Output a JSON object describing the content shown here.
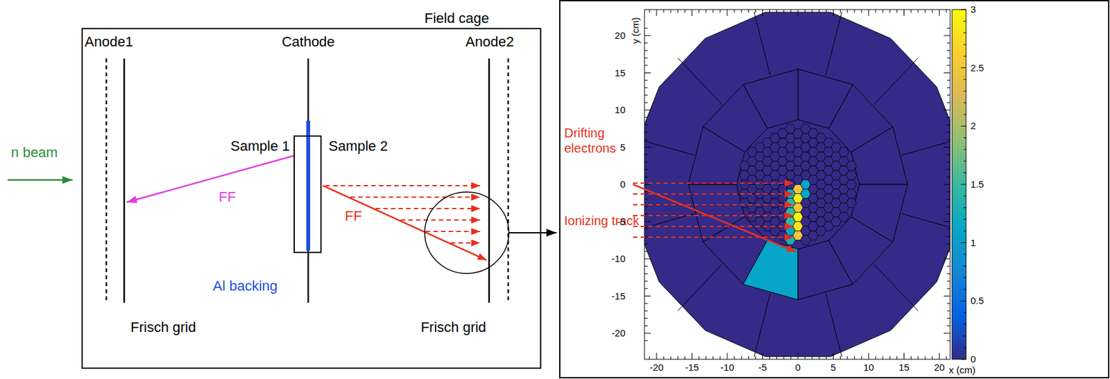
{
  "diagram": {
    "nodes": [
      {
        "text": [
          "Field cage"
        ]
      },
      {
        "text": [
          "Sample 1",
          "Sample 2"
        ],
        "in": 0
      }
    ],
    "labels": [
      "n beam",
      "Anode1",
      "Cathode",
      "Anode2",
      "FF",
      "FF",
      "Al backing",
      "Frisch grid",
      "Frisch grid",
      "Drifting electrons",
      "Ionizing track",
      "y (cm)",
      "20",
      "15",
      "10",
      "5",
      "0",
      "-5",
      "-10",
      "-15",
      "-20",
      "3",
      "2.5",
      "2",
      "1.5",
      "1",
      "0.5",
      "0",
      "-20",
      "-15",
      "-10",
      "-5",
      "0",
      "5",
      "10",
      "15",
      "20",
      "x (cm)"
    ]
  }
}
